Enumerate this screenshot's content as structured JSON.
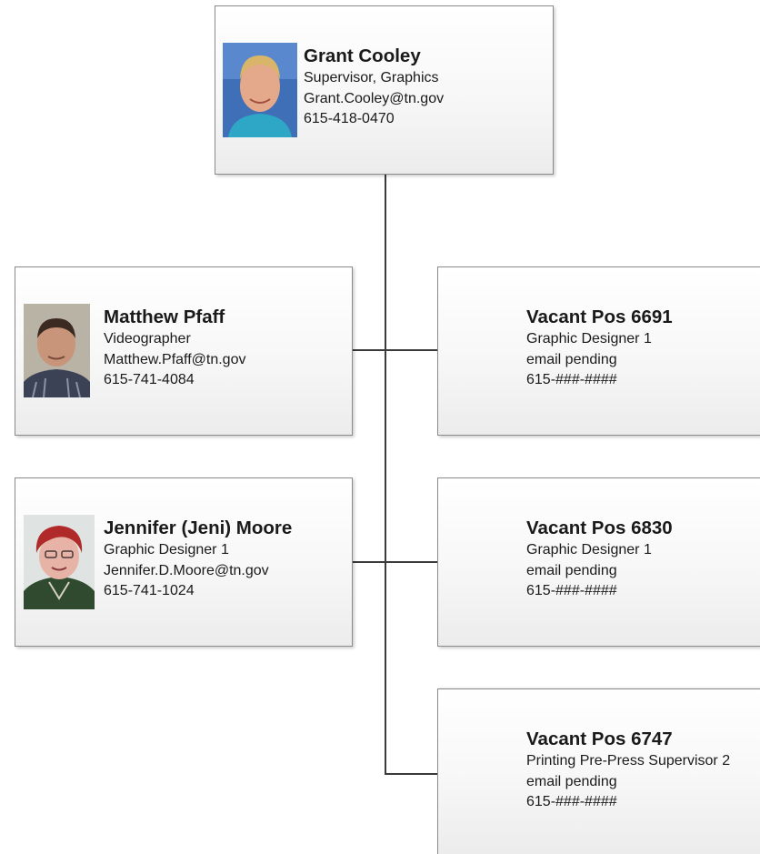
{
  "supervisor": {
    "name": "Grant Cooley",
    "title": "Supervisor, Graphics",
    "email": "Grant.Cooley@tn.gov",
    "phone": "615-418-0470",
    "photo_icon": "person-photo-icon"
  },
  "staff": [
    {
      "name": "Matthew Pfaff",
      "title": "Videographer",
      "email": "Matthew.Pfaff@tn.gov",
      "phone": "615-741-4084",
      "photo_icon": "person-photo-icon"
    },
    {
      "name": "Vacant Pos 6691",
      "title": "Graphic Designer 1",
      "email": "email pending",
      "phone": "615-###-####"
    },
    {
      "name": "Jennifer (Jeni) Moore",
      "title": "Graphic Designer 1",
      "email": "Jennifer.D.Moore@tn.gov",
      "phone": "615-741-1024",
      "photo_icon": "person-photo-icon"
    },
    {
      "name": "Vacant Pos 6830",
      "title": "Graphic Designer 1",
      "email": "email pending",
      "phone": "615-###-####"
    },
    {
      "name": "Vacant Pos 6747",
      "title": "Printing Pre-Press Supervisor 2",
      "email": "email pending",
      "phone": "615-###-####"
    }
  ],
  "colors": {
    "border": "#8a8a8a",
    "connector": "#3a3a3a",
    "box_gradient_end": "#ececec"
  }
}
